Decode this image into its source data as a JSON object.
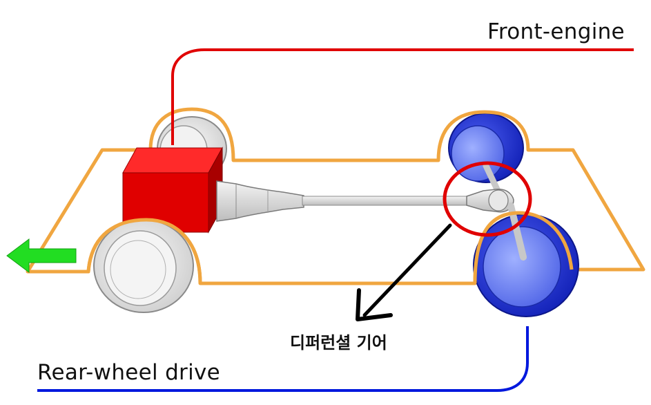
{
  "labels": {
    "front_engine": "Front-engine",
    "rear_wheel_drive": "Rear-wheel drive",
    "differential_gear": "디퍼런셜 기어"
  },
  "colors": {
    "chassis_outline": "#f0a640",
    "engine": "#e00000",
    "front_wheels": "#e8e8e8",
    "rear_wheels": "#2233dd",
    "front_leader_line": "#e00000",
    "rear_leader_line": "#0018dd",
    "highlight_circle": "#e00000",
    "direction_arrow": "#22dd22",
    "pointer_arrow": "#000000"
  },
  "icons": {
    "direction": "forward-arrow-icon",
    "pointer": "pointer-arrow-icon"
  }
}
